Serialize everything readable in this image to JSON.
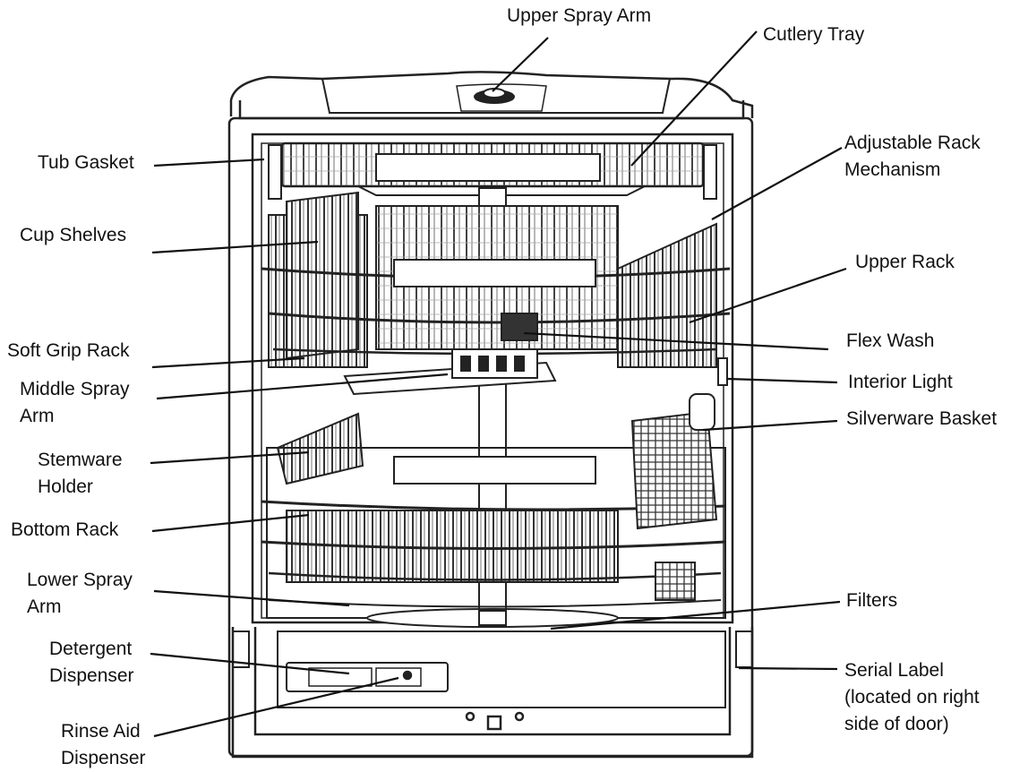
{
  "labels": {
    "upper_spray_arm": "Upper Spray Arm",
    "cutlery_tray": "Cutlery Tray",
    "tub_gasket": "Tub Gasket",
    "adjustable_rack_1": "Adjustable Rack",
    "adjustable_rack_2": "Mechanism",
    "cup_shelves": "Cup Shelves",
    "upper_rack": "Upper Rack",
    "soft_grip_rack": "Soft Grip Rack",
    "flex_wash": "Flex Wash",
    "middle_spray_arm_1": "Middle Spray",
    "middle_spray_arm_2": "Arm",
    "interior_light": "Interior Light",
    "silverware_basket": "Silverware Basket",
    "stemware_holder_1": "Stemware",
    "stemware_holder_2": "Holder",
    "bottom_rack": "Bottom Rack",
    "lower_spray_arm_1": "Lower Spray",
    "lower_spray_arm_2": "Arm",
    "filters": "Filters",
    "detergent_dispenser_1": "Detergent",
    "detergent_dispenser_2": "Dispenser",
    "serial_label_1": "Serial Label",
    "serial_label_2": "(located on right",
    "serial_label_3": "side of door)",
    "rinse_aid_1": "Rinse Aid",
    "rinse_aid_2": "Dispenser"
  }
}
